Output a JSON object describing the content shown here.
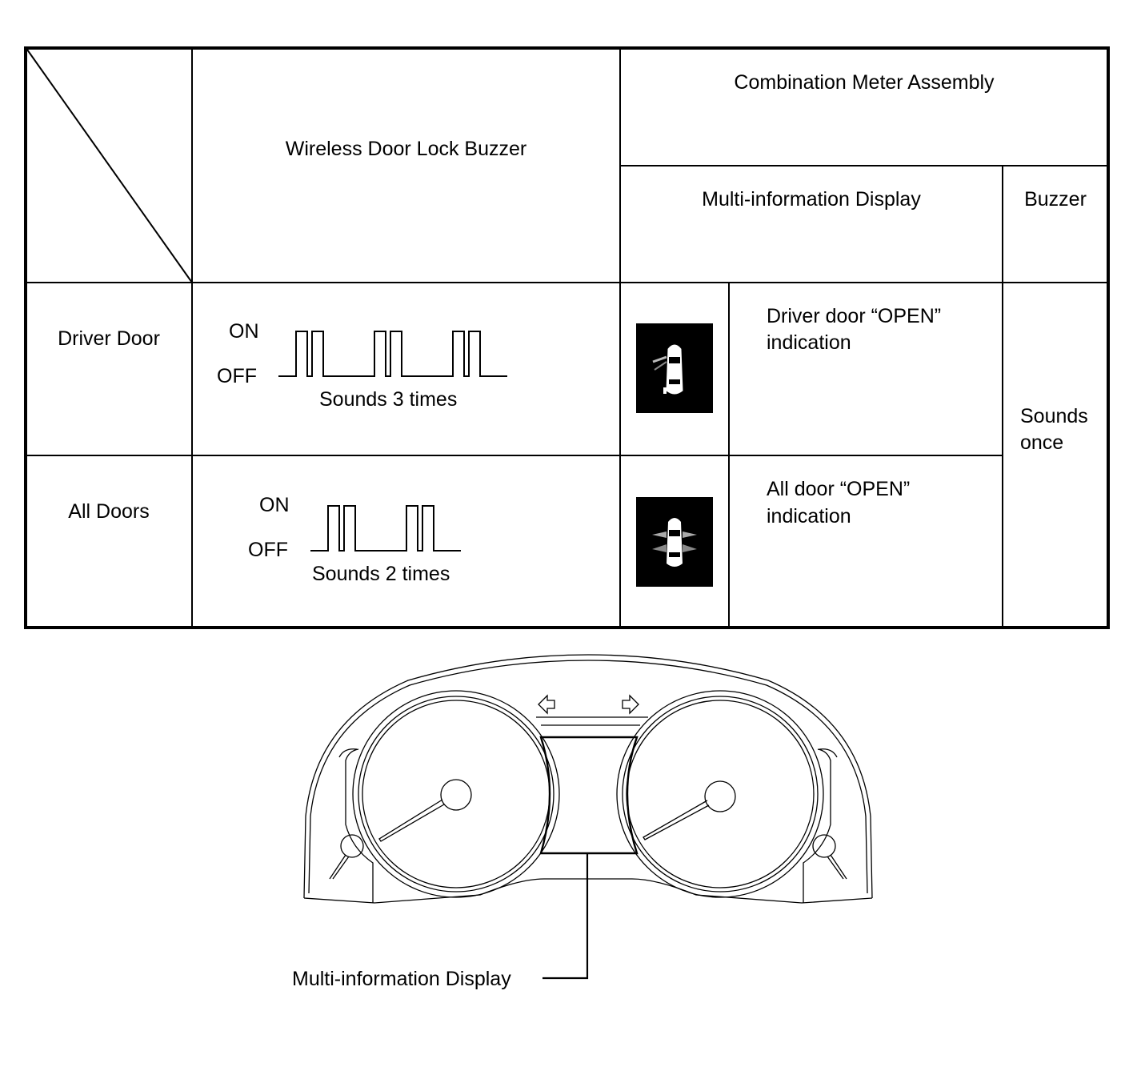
{
  "table": {
    "header": {
      "wireless_buzzer": "Wireless Door Lock Buzzer",
      "combination_meter": "Combination Meter Assembly",
      "multi_info_display": "Multi-information Display",
      "buzzer": "Buzzer"
    },
    "rows": [
      {
        "label": "Driver Door",
        "signal_on": "ON",
        "signal_off": "OFF",
        "pulses": 3,
        "sounds_text": "Sounds 3 times",
        "indication_line1": "Driver door “OPEN”",
        "indication_line2": "indication",
        "icon": "car-driver-door-open-icon"
      },
      {
        "label": "All Doors",
        "signal_on": "ON",
        "signal_off": "OFF",
        "pulses": 2,
        "sounds_text": "Sounds 2 times",
        "indication_line1": "All door “OPEN”",
        "indication_line2": "indication",
        "icon": "car-all-doors-open-icon"
      }
    ],
    "buzzer_value_line1": "Sounds",
    "buzzer_value_line2": "once"
  },
  "cluster": {
    "callout": "Multi-information Display",
    "icons": [
      "left-turn-arrow-icon",
      "right-turn-arrow-icon"
    ]
  }
}
